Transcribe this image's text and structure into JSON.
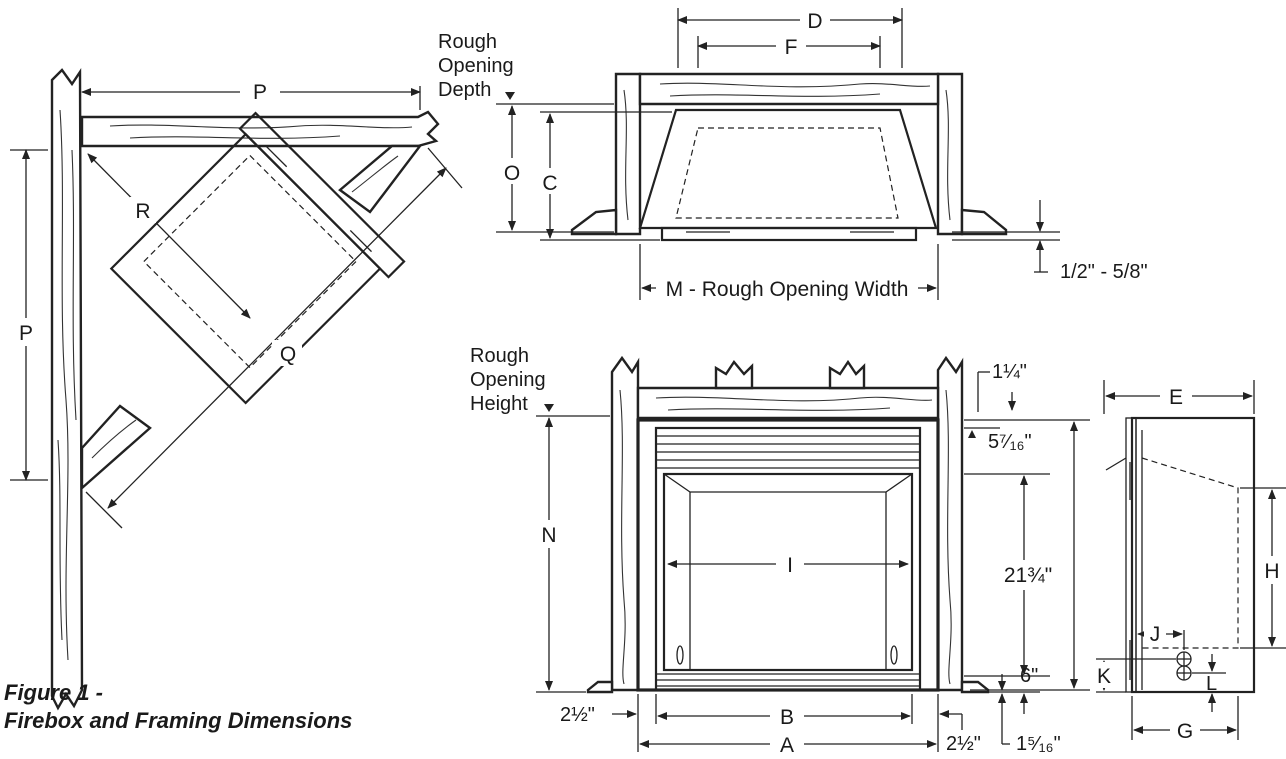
{
  "caption": {
    "line1": "Figure 1 -",
    "line2": "Firebox and Framing Dimensions"
  },
  "corner_view": {
    "labels": {
      "p_top": "P",
      "p_side": "P",
      "r": "R",
      "q": "Q"
    }
  },
  "top_view": {
    "labels": {
      "d": "D",
      "f": "F",
      "rough_depth_1": "Rough",
      "rough_depth_2": "Opening",
      "rough_depth_3": "Depth",
      "o": "O",
      "c": "C",
      "m": "M - Rough Opening Width",
      "offset": "1/2\" - 5/8\""
    }
  },
  "front_view": {
    "labels": {
      "rough_height_1": "Rough",
      "rough_height_2": "Opening",
      "rough_height_3": "Height",
      "n": "N",
      "i": "I",
      "b": "B",
      "a": "A",
      "left_gap": "2½\"",
      "right_gap": "2½\"",
      "bottom": "1⁵⁄₁₆\"",
      "top_offset": "1¼\"",
      "louver": "5⁷⁄₁₆\"",
      "opening_height": "21¾\"",
      "base": "6\""
    }
  },
  "side_view": {
    "labels": {
      "e": "E",
      "h": "H",
      "j": "J",
      "k": "K",
      "l": "L",
      "g": "G"
    }
  }
}
